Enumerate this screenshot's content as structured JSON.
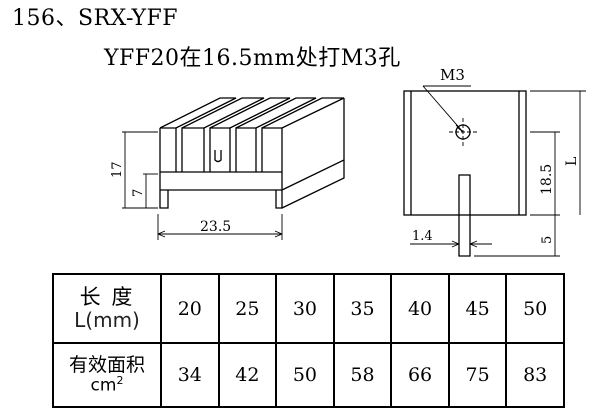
{
  "heading": {
    "title": "156、SRX-YFF",
    "subtitle": "YFF20在16.5mm处打M3孔"
  },
  "dimensions": {
    "height_17": "17",
    "height_7": "7",
    "width_23_5": "23.5",
    "hole_label": "M3",
    "height_18_5": "18.5",
    "length_L": "L",
    "pin_width": "1.4",
    "pin_length": "5"
  },
  "table": {
    "row1_header_top": "长  度",
    "row1_header_bottom": "L(mm)",
    "row2_header_top": "有效面积",
    "row2_header_unit": "cm",
    "row2_header_sup": "2",
    "lengths": [
      "20",
      "25",
      "30",
      "35",
      "40",
      "45",
      "50"
    ],
    "areas": [
      "34",
      "42",
      "50",
      "58",
      "66",
      "75",
      "83"
    ]
  }
}
